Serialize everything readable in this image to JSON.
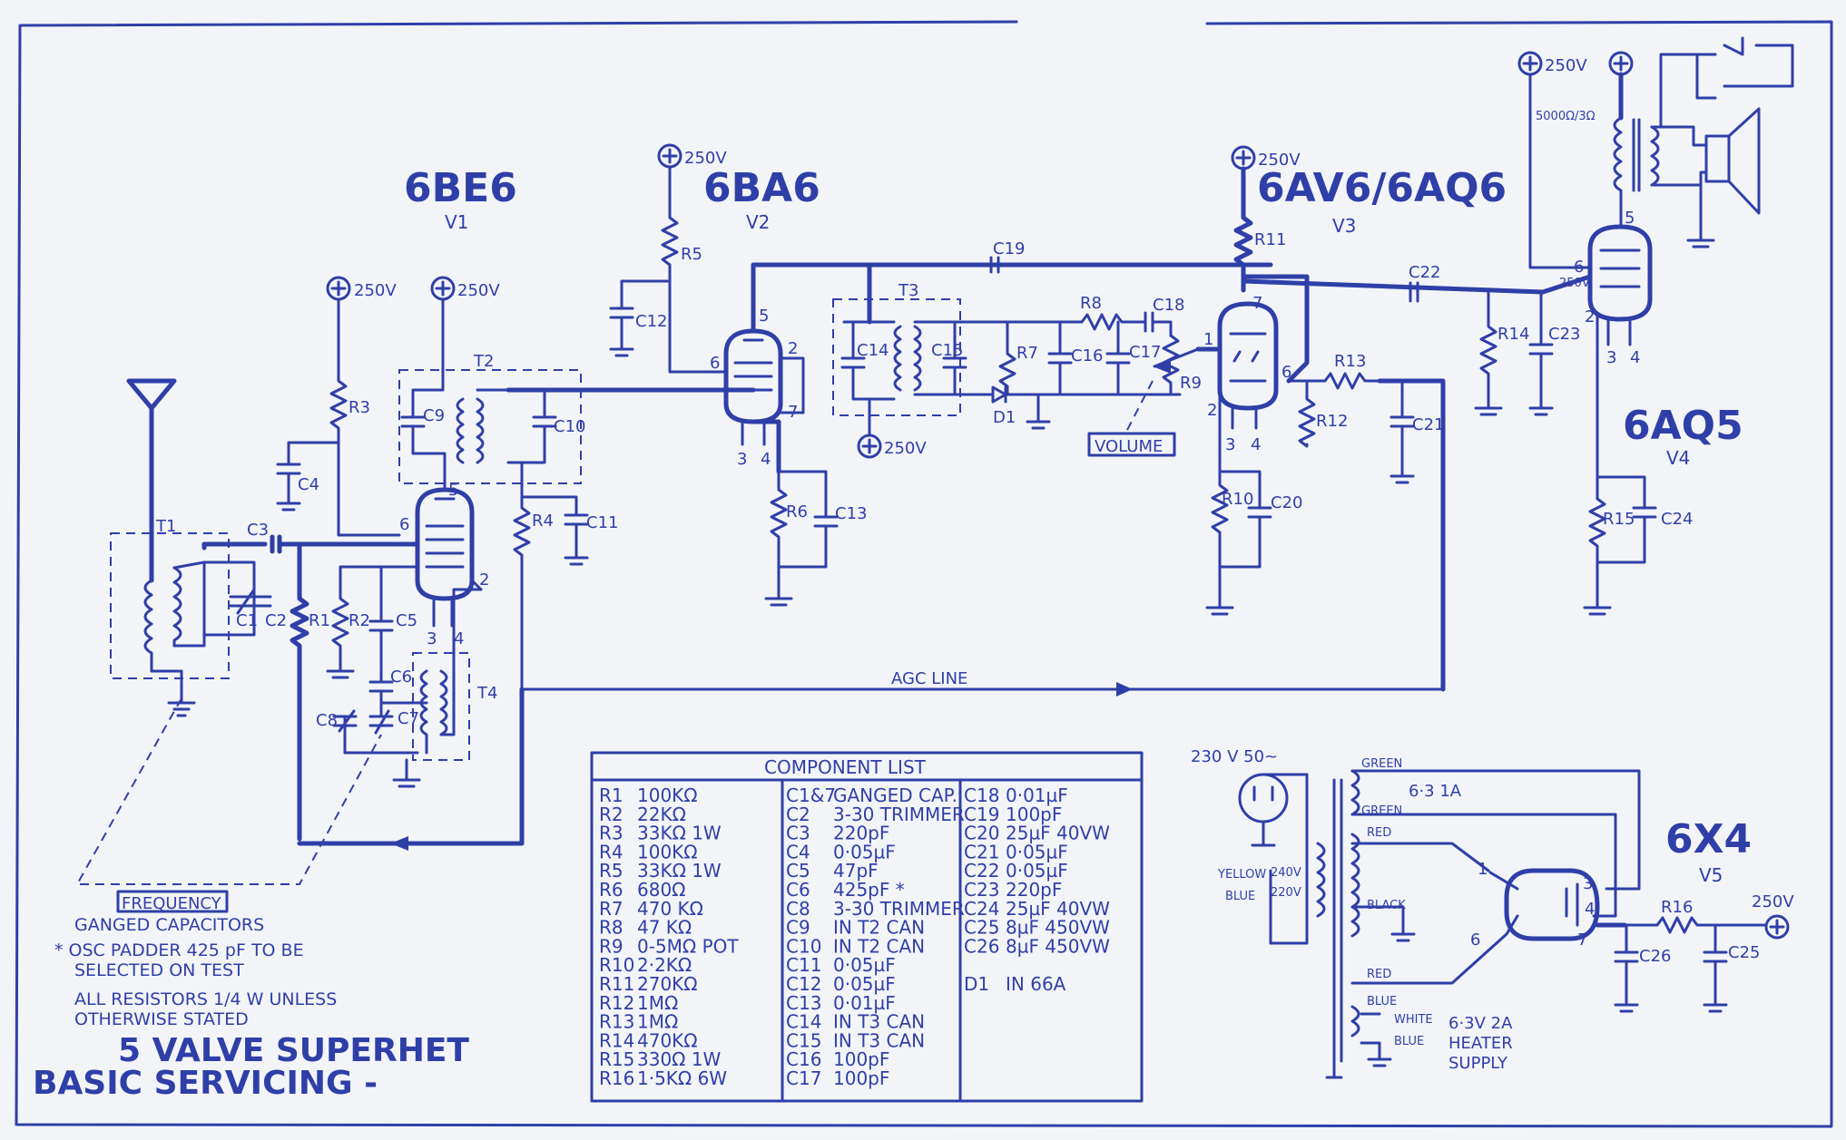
{
  "title": {
    "line1": "5 VALVE SUPERHET",
    "line2": "BASIC SERVICING -"
  },
  "valves": [
    {
      "type": "6BE6",
      "ref": "V1"
    },
    {
      "type": "6BA6",
      "ref": "V2"
    },
    {
      "type": "6AV6/6AQ6",
      "ref": "V3"
    },
    {
      "type": "6AQ5",
      "ref": "V4"
    },
    {
      "type": "6X4",
      "ref": "V5"
    }
  ],
  "supply_label": "250V",
  "labels": {
    "agc": "AGC LINE",
    "volume": "VOLUME",
    "frequency": "FREQUENCY",
    "ganged": "GANGED CAPACITORS",
    "osc_note_1": "* OSC PADDER 425 pF TO BE",
    "osc_note_2": "SELECTED ON TEST",
    "res_note_1": "ALL RESISTORS 1/4 W UNLESS",
    "res_note_2": "OTHERWISE STATED",
    "mains": "230 V 50~",
    "yellow": "YELLOW",
    "blue": "BLUE",
    "tap240": "240V",
    "tap220": "220V",
    "green1": "GREEN",
    "green2": "GREEN",
    "heater_6v3": "6·3 1A",
    "red1": "RED",
    "black": "BLACK",
    "red2": "RED",
    "blue2": "BLUE",
    "white": "WHITE",
    "blue3": "BLUE",
    "heater_1": "6·3V 2A",
    "heater_2": "HEATER",
    "heater_3": "SUPPLY",
    "output_tx": "5000Ω/3Ω",
    "pin_t0": "250V"
  },
  "component_list": {
    "heading": "COMPONENT LIST",
    "col1": [
      [
        "R1",
        "100KΩ"
      ],
      [
        "R2",
        "22KΩ"
      ],
      [
        "R3",
        "33KΩ 1W"
      ],
      [
        "R4",
        "100KΩ"
      ],
      [
        "R5",
        "33KΩ 1W"
      ],
      [
        "R6",
        "680Ω"
      ],
      [
        "R7",
        "470 KΩ"
      ],
      [
        "R8",
        "47 KΩ"
      ],
      [
        "R9",
        "0-5MΩ POT"
      ],
      [
        "R10",
        "2·2KΩ"
      ],
      [
        "R11",
        "270KΩ"
      ],
      [
        "R12",
        "1MΩ"
      ],
      [
        "R13",
        "1MΩ"
      ],
      [
        "R14",
        "470KΩ"
      ],
      [
        "R15",
        "330Ω 1W"
      ],
      [
        "R16",
        "1·5KΩ 6W"
      ]
    ],
    "col2": [
      [
        "C1&7",
        "GANGED CAP."
      ],
      [
        "C2",
        "3-30 TRIMMER"
      ],
      [
        "C3",
        "220pF"
      ],
      [
        "C4",
        "0·05µF"
      ],
      [
        "C5",
        "47pF"
      ],
      [
        "C6",
        "425pF *"
      ],
      [
        "C8",
        "3-30 TRIMMER"
      ],
      [
        "C9",
        "IN T2 CAN"
      ],
      [
        "C10",
        "IN T2 CAN"
      ],
      [
        "C11",
        "0·05µF"
      ],
      [
        "C12",
        "0·05µF"
      ],
      [
        "C13",
        "0·01µF"
      ],
      [
        "C14",
        "IN T3 CAN"
      ],
      [
        "C15",
        "IN T3 CAN"
      ],
      [
        "C16",
        "100pF"
      ],
      [
        "C17",
        "100pF"
      ]
    ],
    "col3": [
      [
        "C18",
        "0·01µF"
      ],
      [
        "C19",
        "100pF"
      ],
      [
        "C20",
        "25µF 40VW"
      ],
      [
        "C21",
        "0·05µF"
      ],
      [
        "C22",
        "0·05µF"
      ],
      [
        "C23",
        "220pF"
      ],
      [
        "C24",
        "25µF 40VW"
      ],
      [
        "C25",
        "8µF 450VW"
      ],
      [
        "C26",
        "8µF 450VW"
      ],
      [
        "",
        ""
      ],
      [
        "D1",
        "IN 66A"
      ]
    ]
  },
  "refs": {
    "R1": "R1",
    "R2": "R2",
    "R3": "R3",
    "R4": "R4",
    "R5": "R5",
    "R6": "R6",
    "R7": "R7",
    "R8": "R8",
    "R9": "R9",
    "R10": "R10",
    "R11": "R11",
    "R12": "R12",
    "R13": "R13",
    "R14": "R14",
    "R15": "R15",
    "R16": "R16",
    "C1": "C1",
    "C2": "C2",
    "C3": "C3",
    "C4": "C4",
    "C5": "C5",
    "C6": "C6",
    "C7": "C7",
    "C8": "C8",
    "C9": "C9",
    "C10": "C10",
    "C11": "C11",
    "C12": "C12",
    "C13": "C13",
    "C14": "C14",
    "C15": "C15",
    "C16": "C16",
    "C17": "C17",
    "C18": "C18",
    "C19": "C19",
    "C20": "C20",
    "C21": "C21",
    "C22": "C22",
    "C23": "C23",
    "C24": "C24",
    "C25": "C25",
    "C26": "C26",
    "T1": "T1",
    "T2": "T2",
    "T3": "T3",
    "T4": "T4",
    "D1": "D1"
  },
  "colors": {
    "ink": "#2f3fa8",
    "paper": "#f3f4f7"
  }
}
